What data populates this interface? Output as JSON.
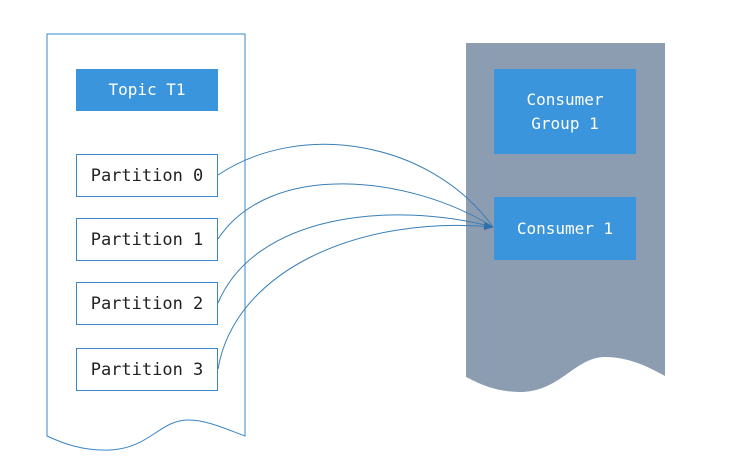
{
  "topic": {
    "label": "Topic T1",
    "partitions": [
      "Partition 0",
      "Partition 1",
      "Partition 2",
      "Partition 3"
    ]
  },
  "group": {
    "label": "Consumer\nGroup 1",
    "consumer_label": "Consumer 1"
  },
  "colors": {
    "accent_blue": "#3a95dc",
    "group_panel_gray": "#8c9db2",
    "document_border": "#3a86c8",
    "arrow": "#3a7fb8"
  }
}
